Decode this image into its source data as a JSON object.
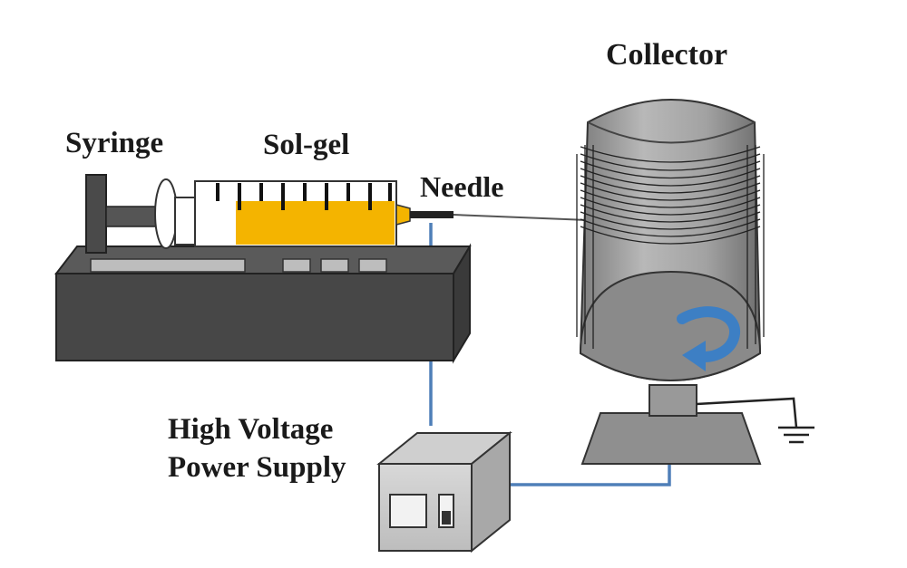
{
  "labels": {
    "syringe": "Syringe",
    "sol_gel": "Sol-gel",
    "needle": "Needle",
    "collector": "Collector",
    "power_supply_line1": "High Voltage",
    "power_supply_line2": "Power Supply"
  },
  "icons": {
    "pump": "syringe-pump-icon",
    "syringe": "syringe-icon",
    "collector": "drum-collector-icon",
    "rotation": "rotation-arrow-icon",
    "ground": "ground-symbol-icon",
    "power_supply": "power-supply-box-icon"
  },
  "colors": {
    "sol_gel": "#f4b400",
    "wire": "#4f7fb8",
    "pump_body": "#474747",
    "drum": "#9a9a9a",
    "rotation_arrow": "#3d7fc4"
  }
}
